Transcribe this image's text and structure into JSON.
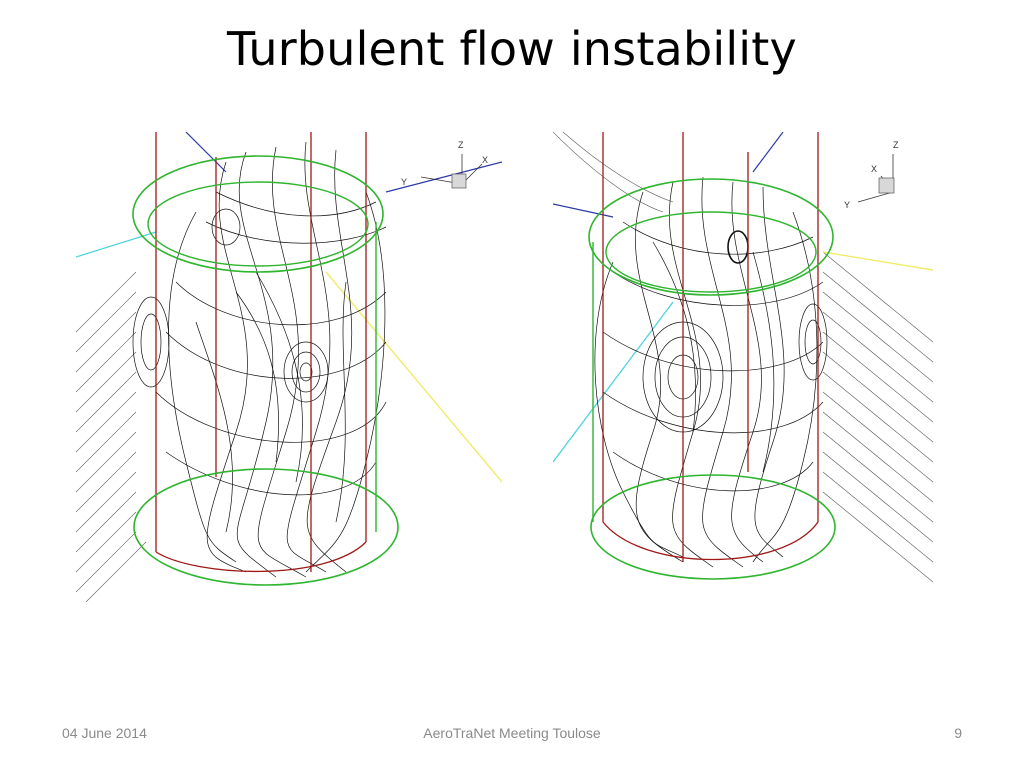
{
  "slide": {
    "title": "Turbulent flow instability"
  },
  "figures": [
    {
      "name": "left",
      "axis_labels": [
        "Z",
        "X",
        "Y"
      ]
    },
    {
      "name": "right",
      "axis_labels": [
        "Z",
        "X",
        "Y"
      ]
    }
  ],
  "colors": {
    "streamlines": "#111111",
    "cylinder_rings": "#2fb52f",
    "cylinder_edges": "#a01818",
    "axis_blue": "#2b3aa8",
    "axis_cyan": "#4fd3e0",
    "axis_yellow": "#f0ec6a"
  },
  "footer": {
    "date": "04 June 2014",
    "event": "AeroTraNet Meeting Toulose",
    "page": "9"
  }
}
